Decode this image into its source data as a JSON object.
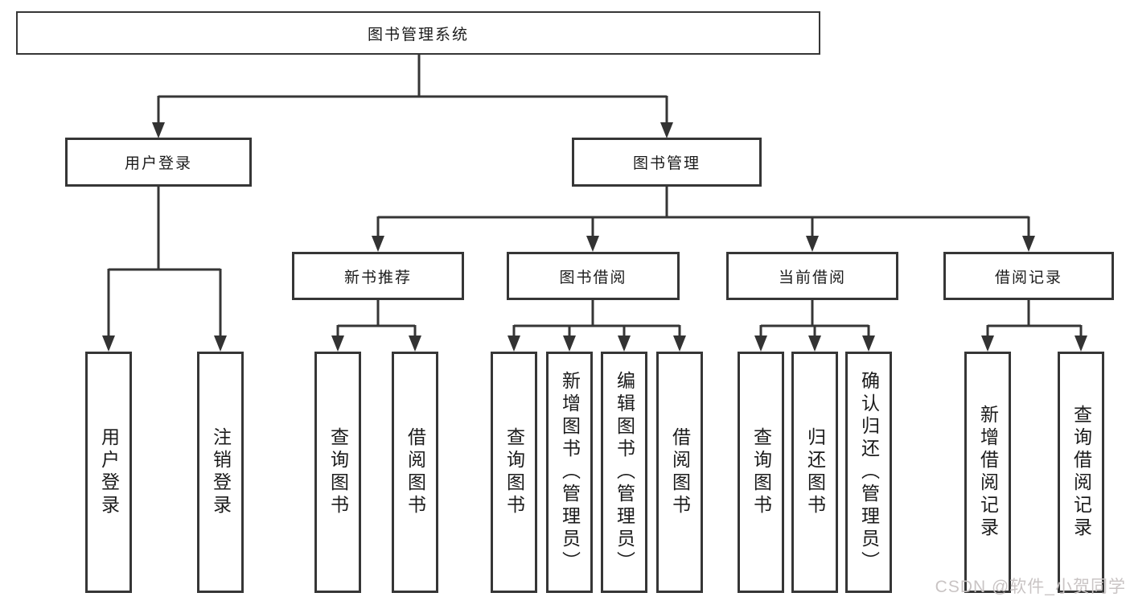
{
  "nodes": {
    "root": "图书管理系统",
    "user_login": "用户登录",
    "book_mgmt": "图书管理",
    "new_books": "新书推荐",
    "book_borrow": "图书借阅",
    "current_borrow": "当前借阅",
    "borrow_records": "借阅记录",
    "leaf_user_login": "用户登录",
    "leaf_logout": "注销登录",
    "leaf_nb_query": "查询图书",
    "leaf_nb_borrow": "借阅图书",
    "leaf_bb_query": "查询图书",
    "leaf_bb_add": "新增图书（管理员）",
    "leaf_bb_edit": "编辑图书（管理员）",
    "leaf_bb_borrow": "借阅图书",
    "leaf_cb_query": "查询图书",
    "leaf_cb_return": "归还图书",
    "leaf_cb_confirm": "确认归还（管理员）",
    "leaf_rec_add": "新增借阅记录",
    "leaf_rec_query": "查询借阅记录"
  },
  "watermark": "CSDN @软件_小贺同学",
  "colors": {
    "line": "#363636",
    "text": "#1b1b1b",
    "watermark": "#c9c4c4",
    "background": "#ffffff"
  }
}
